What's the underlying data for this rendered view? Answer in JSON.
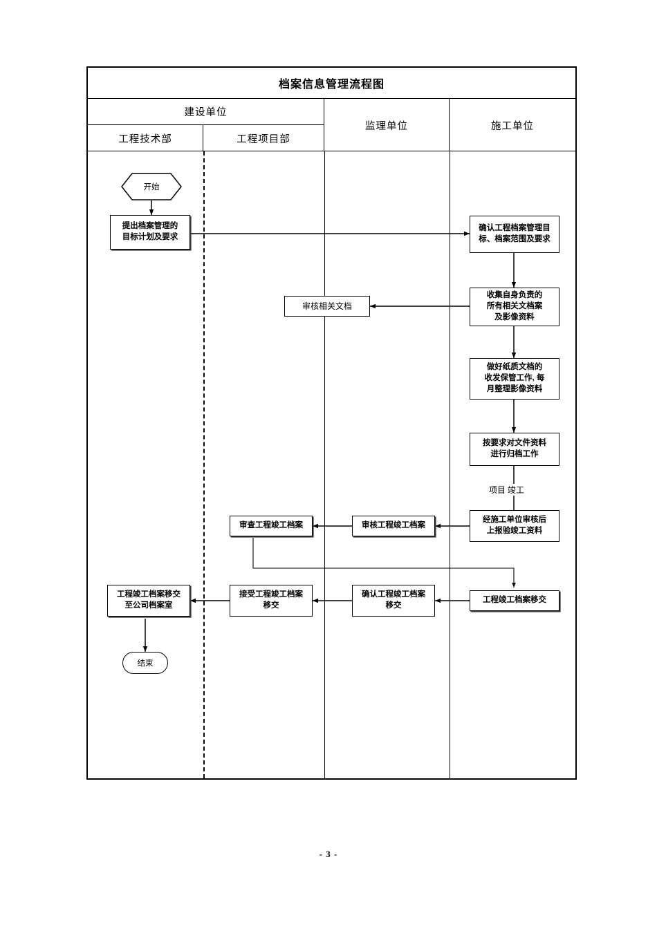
{
  "document": {
    "page_number": "- 3 -"
  },
  "table": {
    "title": "档案信息管理流程图",
    "headers": {
      "owner_group": "建设单位",
      "tech_dept": "工程技术部",
      "project_dept": "工程项目部",
      "supervisor": "监理单位",
      "contractor": "施工单位"
    }
  },
  "flow": {
    "start": "开始",
    "end": "结束",
    "nodes": [
      {
        "id": "n1",
        "lane": "tech_dept",
        "text": "提出档案管理的\n目标计划及要求"
      },
      {
        "id": "n2",
        "lane": "contractor",
        "text": "确认工程档案管理目\n标、档案范围及要求"
      },
      {
        "id": "n3",
        "lane": "contractor",
        "text": "收集自身负责的\n所有相关文档案\n及影像资料"
      },
      {
        "id": "n4",
        "lane": "supervisor",
        "text": "审核相关文档"
      },
      {
        "id": "n5",
        "lane": "contractor",
        "text": "做好纸质文档的\n收发保管工作, 每\n月整理影像资料"
      },
      {
        "id": "n6",
        "lane": "contractor",
        "text": "按要求对文件资料\n进行归档工作"
      },
      {
        "id": "n7",
        "lane": "contractor",
        "text": "经施工单位审核后\n上报验竣工资料"
      },
      {
        "id": "n8",
        "lane": "supervisor",
        "text": "审核工程竣工档案"
      },
      {
        "id": "n9",
        "lane": "project_dept",
        "text": "审查工程竣工档案"
      },
      {
        "id": "n10",
        "lane": "contractor",
        "text": "工程竣工档案移交"
      },
      {
        "id": "n11",
        "lane": "supervisor",
        "text": "确认工程竣工档案\n移交"
      },
      {
        "id": "n12",
        "lane": "project_dept",
        "text": "接受工程竣工档案\n移交"
      },
      {
        "id": "n13",
        "lane": "tech_dept",
        "text": "工程竣工档案移交\n至公司档案室"
      }
    ],
    "labels": [
      {
        "id": "lbl1",
        "text": "项目 竣工"
      }
    ]
  },
  "colors": {
    "line": "#000000",
    "background": "#ffffff",
    "shadow": "#3a3a3a"
  }
}
